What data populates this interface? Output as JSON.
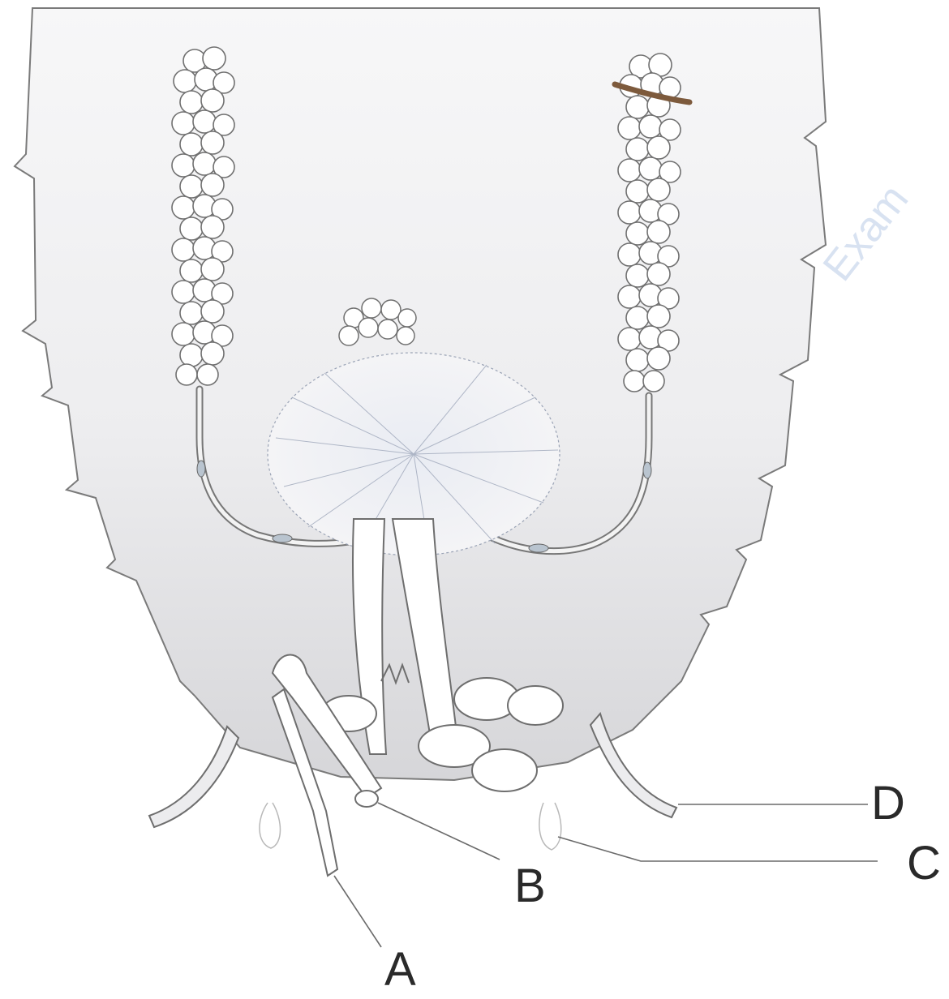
{
  "diagram": {
    "labels": {
      "a": "A",
      "b": "B",
      "c": "C",
      "d": "D"
    },
    "watermark": {
      "text": "Exam",
      "color": "#2f6fd6"
    }
  }
}
